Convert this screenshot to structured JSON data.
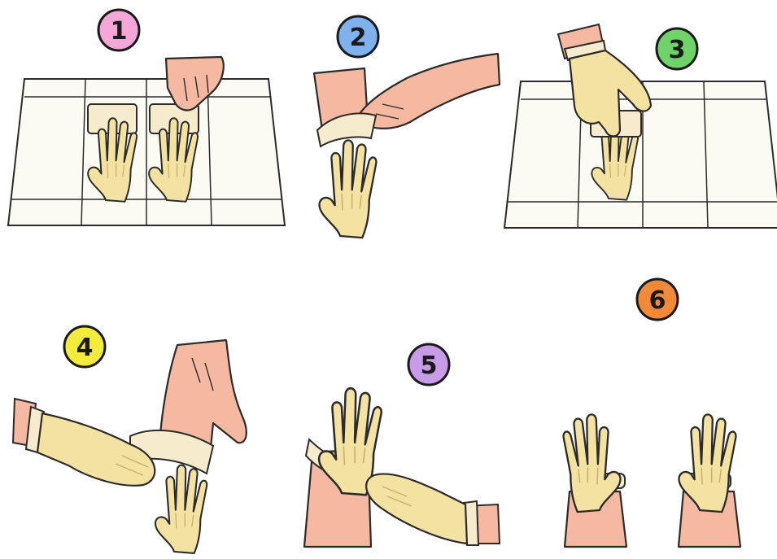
{
  "steps": [
    {
      "number": "1",
      "color": "#f4a6d7"
    },
    {
      "number": "2",
      "color": "#7fb2ec"
    },
    {
      "number": "3",
      "color": "#6fd36a"
    },
    {
      "number": "4",
      "color": "#f3ec3b"
    },
    {
      "number": "5",
      "color": "#c79be6"
    },
    {
      "number": "6",
      "color": "#f0893a"
    }
  ],
  "colors": {
    "glove": "#f3e2a2",
    "glove_cuff": "#f6eccd",
    "skin": "#f4b9a0",
    "outline": "#2b2b2b",
    "wrapper": "#fbfaf3"
  }
}
